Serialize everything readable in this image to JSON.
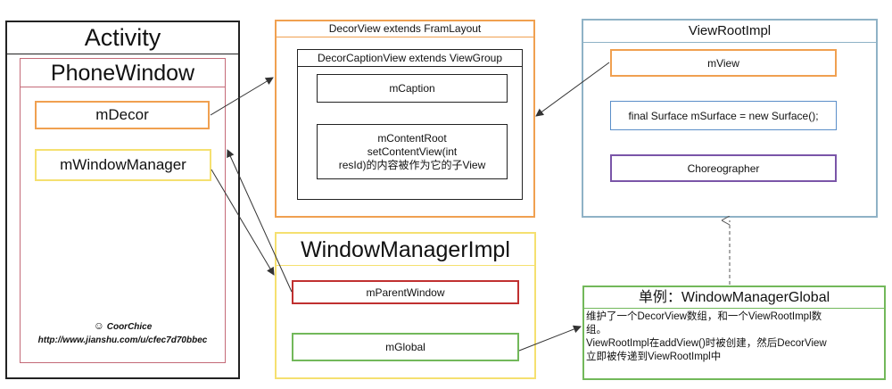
{
  "activity": {
    "title": "Activity"
  },
  "phone_window": {
    "title": "PhoneWindow",
    "fields": {
      "decor": "mDecor",
      "window_manager": "mWindowManager"
    },
    "credit": {
      "name": "CoorChice",
      "url": "http://www.jianshu.com/u/cfec7d70bbec"
    }
  },
  "decor_view": {
    "title": "DecorView extends FramLayout",
    "caption_view": {
      "title": "DecorCaptionView extends ViewGroup",
      "caption": "mCaption",
      "content_root": [
        "mContentRoot",
        "setContentView(int",
        "resId)的内容被作为它的子View"
      ]
    }
  },
  "view_root_impl": {
    "title": "ViewRootImpl",
    "fields": {
      "view": "mView",
      "surface": "final Surface mSurface = new Surface();",
      "choreographer": "Choreographer"
    }
  },
  "window_manager_impl": {
    "title": "WindowManagerImpl",
    "fields": {
      "parent_window": "mParentWindow",
      "global": "mGlobal"
    }
  },
  "window_manager_global": {
    "title": "单例：WindowManagerGlobal",
    "description": [
      "维护了一个DecorView数组，和一个ViewRootImpl数",
      "组。",
      "ViewRootImpl在addView()时被创建，然后DecorView",
      "立即被传递到ViewRootImpl中"
    ]
  },
  "colors": {
    "orange": "#f0a050",
    "yellow": "#f5e070",
    "red": "#c03030",
    "steel_blue": "#8fb2c6",
    "green": "#72b85a",
    "purple": "#7a55a8",
    "blue": "#5a8ec8"
  }
}
